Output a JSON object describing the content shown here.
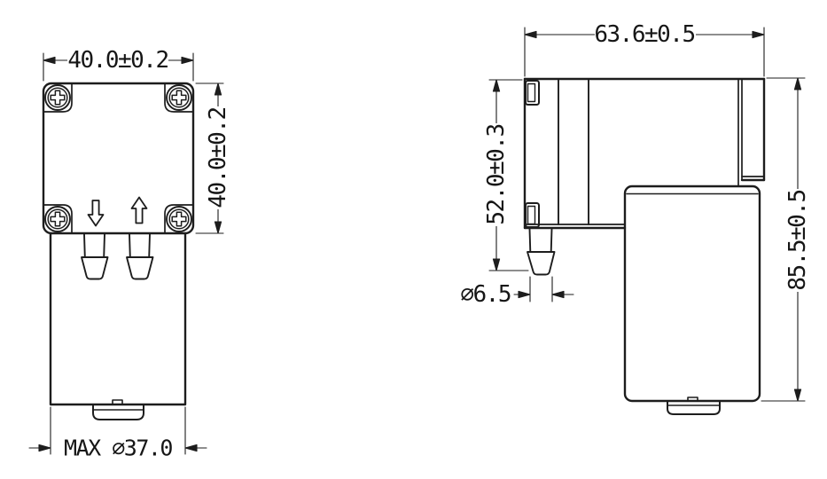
{
  "drawing": {
    "background_color": "#ffffff",
    "line_color": "#1d1d1d",
    "front_view": {
      "width_dim": "40.0±0.2",
      "height_dim": "40.0±0.2",
      "base_dia_dim": "MAX ∅37.0"
    },
    "side_view": {
      "width_dim": "63.6±0.5",
      "head_height_dim": "52.0±0.3",
      "overall_height_dim": "85.5±0.5",
      "port_dia_dim": "∅6.5"
    }
  }
}
